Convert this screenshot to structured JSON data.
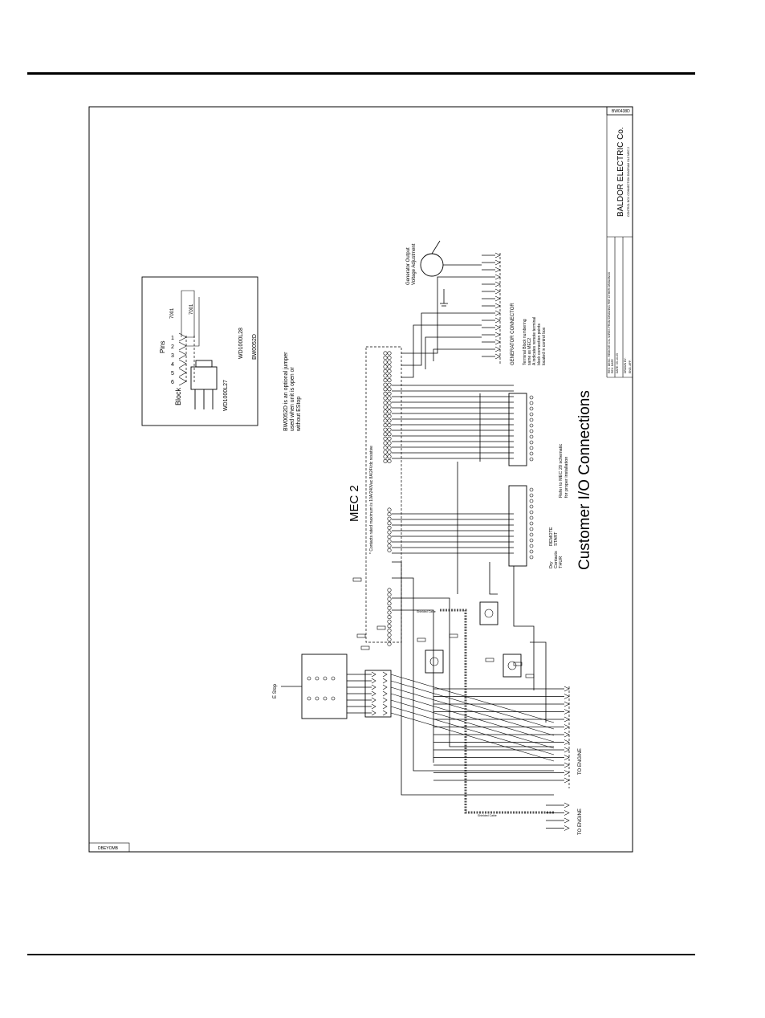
{
  "drawing": {
    "number_top": "BW0438D",
    "number_bottom": "DBEYOMB",
    "company": "BALDOR ELECTRIC Co.",
    "drawing_title_small": "CONTROL BOX CONNECTION DIAGRAM GLC MEC 2",
    "main_title": "Customer I/O Connections",
    "board_title": "MEC 2",
    "contacts_note": "* Contacts rated maximum is 10A/240Vac 8A/24Vdc resistive",
    "refer_note_line1": "Refer to MEC 20 schematic",
    "refer_note_line2": "for proper installation",
    "generator_connector": "GENERATOR CONNECTOR",
    "voltage_adj_line1": "Generator Output",
    "voltage_adj_line2": "Voltage Adjustment",
    "terminal_note_line1": "Terminal Block numbering",
    "terminal_note_line2": "same as MEC2",
    "terminal_note_line3": "A indicates remote terminal",
    "terminal_note_line4": "block connection points",
    "terminal_note_line5": "located in control box",
    "to_engine_1": "TO ENGINE",
    "to_engine_2": "TO ENGINE",
    "estop": "E Stop",
    "remote_start_1": "REMOTE",
    "remote_start_2": "START",
    "dry_contacts_1": "Dry",
    "dry_contacts_2": "Contacts",
    "dry_contacts_3": "THUR",
    "shielded_cable_1": "Shielded Cable",
    "shielded_cable_2": "Shielded Cable",
    "revisions": [
      "REV. DESC. REMOVE CXL WIRES FROM DRAWING PER OTHER DRAWINGS",
      "REV. DATE",
      "DATE: 05-10-05",
      "DRAWN BY:",
      "ENG. APP."
    ]
  },
  "inset": {
    "block_label": "Block",
    "pins_label": "Pins",
    "pins": [
      "1",
      "2",
      "3",
      "4",
      "5",
      "6"
    ],
    "wire_a": "7001",
    "wire_b": "7001",
    "part_left": "WD1000L27",
    "part_right": "WD1000L28",
    "jumper_part": "BW0052D",
    "note_line1": "BW0052D is an optional jumper",
    "note_line2": "used when unit is open or",
    "note_line3": "without EStop"
  }
}
